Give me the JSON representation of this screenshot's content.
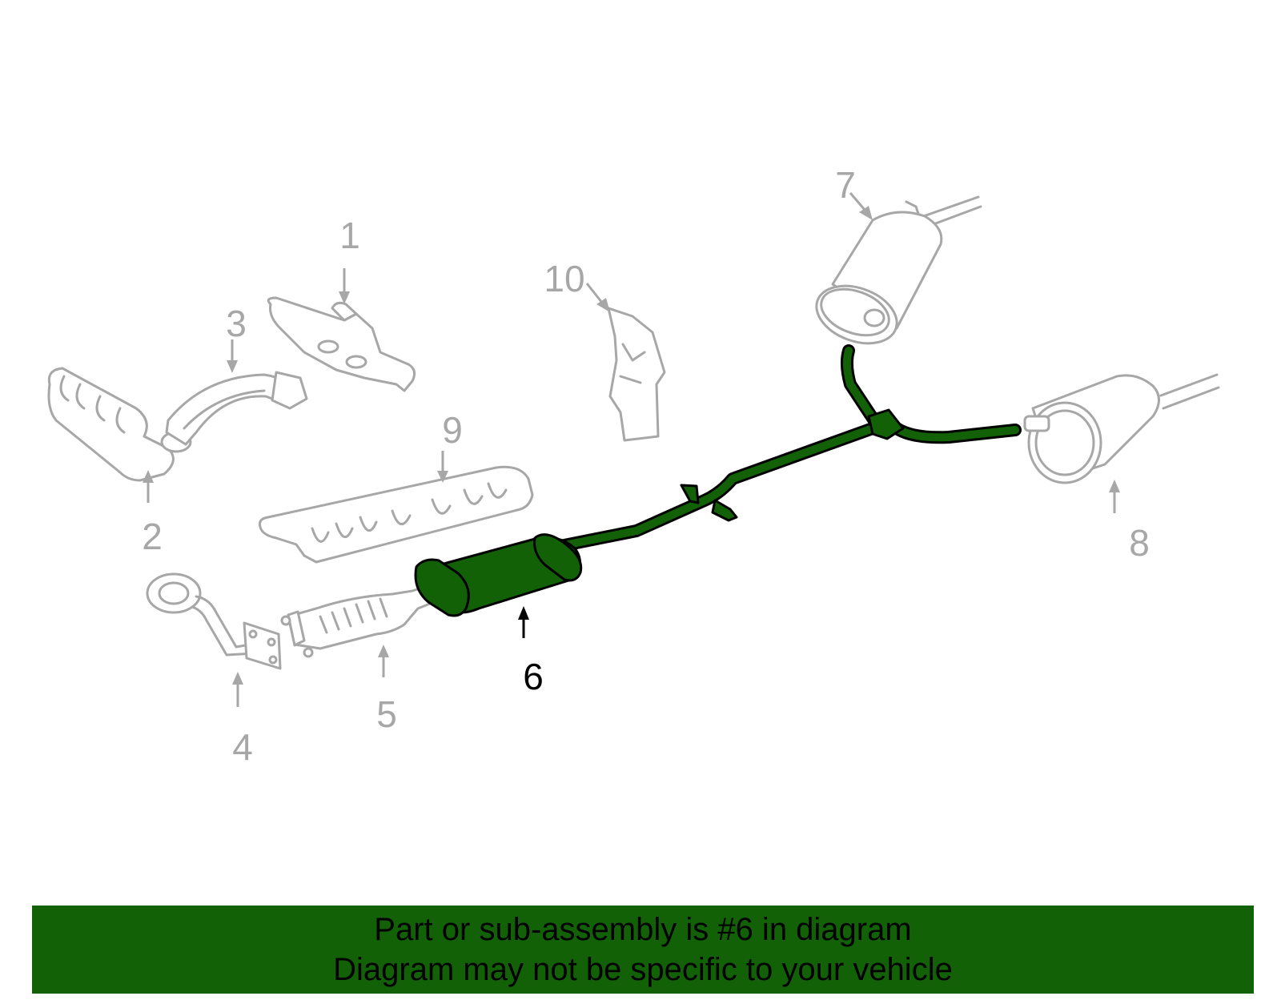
{
  "diagram": {
    "callouts": {
      "c1": "1",
      "c2": "2",
      "c3": "3",
      "c4": "4",
      "c5": "5",
      "c6": "6",
      "c7": "7",
      "c8": "8",
      "c9": "9",
      "c10": "10"
    },
    "highlighted_part": "6",
    "colors": {
      "highlight": "#136107",
      "ghost": "#a7a7a7",
      "banner": "#136107"
    }
  },
  "banner": {
    "line1": "Part or sub-assembly is #6 in diagram",
    "line2": "Diagram may not be specific to your vehicle"
  }
}
